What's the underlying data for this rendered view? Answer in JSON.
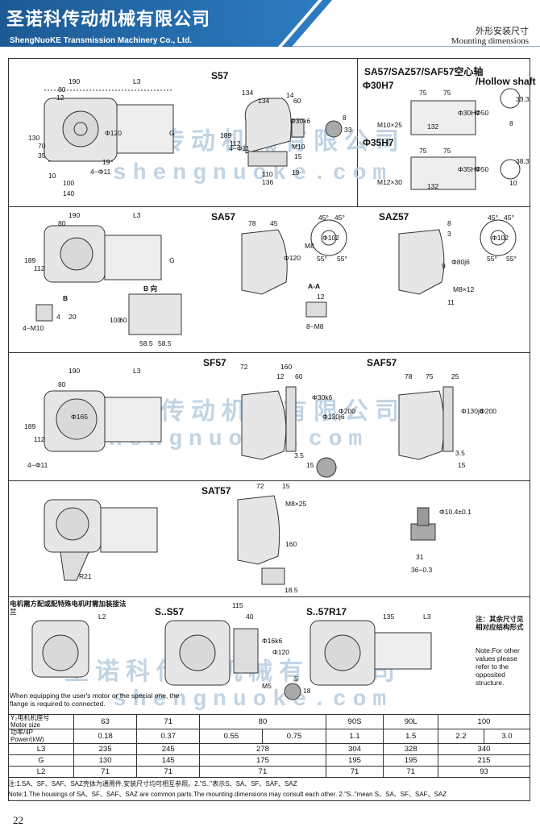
{
  "header": {
    "company_cn": "圣诺科传动机械有限公司",
    "company_en": "ShengNuoKE Transmission Machinery Co., Ltd.",
    "title_cn": "外形安装尺寸",
    "title_en": "Mounting dimensions",
    "accent_color": "#1f5f99"
  },
  "watermark": {
    "cn": "圣诺科传动机械有限公司",
    "url": "shengnuoke.com"
  },
  "sections": {
    "s57": {
      "label": "S57"
    },
    "hollow": {
      "label": "SA57/SAZ57/SAF57空心轴",
      "label_en": "/Hollow shaft",
      "d30": "Φ30H7",
      "d35": "Φ35H7"
    },
    "sa57": {
      "label": "SA57"
    },
    "saz57": {
      "label": "SAZ57"
    },
    "sf57": {
      "label": "SF57"
    },
    "saf57": {
      "label": "SAF57"
    },
    "sat57": {
      "label": "SAT57"
    },
    "s_s57": {
      "label": "S..S57"
    },
    "s_57r17": {
      "label": "S..57R17"
    },
    "b_dir": {
      "label": "B 向"
    },
    "aa": {
      "label": "A-A"
    },
    "b_mark": {
      "label": "B"
    }
  },
  "dims": {
    "d190a": "190",
    "d80a": "80",
    "d12a": "12",
    "dL3a": "L3",
    "d120a": "Φ120",
    "d130": "130",
    "d70": "70",
    "d35": "35",
    "d10": "10",
    "d100a": "100",
    "d140": "140",
    "d411a": "4−Φ11",
    "dGa": "G",
    "d19a": "19",
    "d134a": "134",
    "d134b": "134",
    "d14": "14",
    "d60": "60",
    "d30k6": "Φ30k6",
    "d8a": "8",
    "d33a": "33",
    "d189a": "189",
    "d112a": "112",
    "d411b": "4−Φ11",
    "dM10": "M10",
    "d15": "15",
    "d110": "110",
    "d136": "136",
    "d19b": "19",
    "d75a": "75",
    "d75b": "75",
    "dM10x25": "M10×25",
    "d132a": "132",
    "d30h7": "Φ30H7",
    "d50a": "Φ50",
    "d33_3": "33.3",
    "d8b": "8",
    "d75c": "75",
    "d75d": "75",
    "dM12x30": "M12×30",
    "d132b": "132",
    "d35h7": "Φ35H7",
    "d50b": "Φ50",
    "d38_3": "38.3",
    "d10b": "10",
    "d190b": "190",
    "d80b": "80",
    "dL3b": "L3",
    "d189b": "189",
    "d112b": "112",
    "dGb": "G",
    "d4": "4",
    "d20": "20",
    "d4m10": "4−M10",
    "d100b": "100",
    "d60b": "60",
    "d58_5a": "58.5",
    "d58_5b": "58.5",
    "d78a": "78",
    "d45a": "45",
    "d120b": "Φ120",
    "d45b": "45°",
    "d45c": "45°",
    "d102a": "Φ102",
    "d55a": "55°",
    "d55b": "55°",
    "dM8a": "M8",
    "d8c": "8",
    "d3a": "3",
    "d80j6": "Φ80j6",
    "d9": "9",
    "dM8x12": "M8×12",
    "d11": "11",
    "d45d": "45°",
    "d45e": "45°",
    "d102b": "Φ102",
    "d55c": "55°",
    "d55d": "55°",
    "d12b": "12",
    "d8m8": "8−M8",
    "d190c": "190",
    "d80c": "80",
    "dL3c": "L3",
    "d165": "Φ165",
    "d189c": "189",
    "d112c": "112",
    "d411c": "4−Φ11",
    "d72a": "72",
    "d160a": "160",
    "d12c": "12",
    "d60c": "60",
    "d30k6b": "Φ30k6",
    "d130j6a": "Φ130j6",
    "d200a": "Φ200",
    "d3_5a": "3.5",
    "d15b": "15",
    "d78b": "78",
    "d75e": "75",
    "d25": "25",
    "d130j6b": "Φ130j6",
    "d200b": "Φ200",
    "d3_5b": "3.5",
    "d15c": "15",
    "d72b": "72",
    "d15d": "15",
    "dM8x25": "M8×25",
    "d160b": "160",
    "d18_5": "18.5",
    "dR21": "R21",
    "d104": "Φ10.4±0.1",
    "d31": "31",
    "d36": "36−0.3",
    "dL2a": "L2",
    "d115": "115",
    "d40": "40",
    "d16k6": "Φ16k6",
    "d120c": "Φ120",
    "dM5": "M5",
    "d5": "5",
    "d18": "18",
    "d135": "135",
    "dL3d": "L3"
  },
  "side_notes": {
    "motor_note_cn": "电机需方配或配特殊电机时需加装接法兰",
    "motor_note_en": "When equipping the user's motor or the special one, the flange is required to connected.",
    "other_note_cn": "注：其余尺寸见相对应结构形式",
    "other_note_en": "Note:For other values please refer to the opposited structure."
  },
  "table": {
    "header_cn": "Y₂电机机座号",
    "header_en": "Motor size",
    "power_cn": "功率/4P",
    "power_en": "Power/(kW)",
    "motor_sizes": [
      "63",
      "71",
      "80",
      "90S",
      "90L",
      "100"
    ],
    "power": [
      "0.18",
      "0.37",
      "0.55",
      "0.75",
      "1.1",
      "1.5",
      "2.2",
      "3.0"
    ],
    "rows": [
      {
        "name": "L3",
        "values": [
          "235",
          "245",
          "278",
          "304",
          "328",
          "340"
        ]
      },
      {
        "name": "G",
        "values": [
          "130",
          "145",
          "175",
          "195",
          "195",
          "215"
        ]
      },
      {
        "name": "L2",
        "values": [
          "71",
          "71",
          "71",
          "71",
          "71",
          "93"
        ]
      }
    ]
  },
  "notes": {
    "cn": "注:1.SA、SF、SAF、SAZ壳体为通用件,安装尺寸均可相互参照。2.\"S..\"表示S、SA、SF、SAF、SAZ",
    "en": "Note:1.The housings of SA、SF、SAF、SAZ are common parts.The mounting dimensions may consult each other. 2.\"S..\"mean S、SA、SF、SAF、SAZ"
  },
  "page_number": "22"
}
